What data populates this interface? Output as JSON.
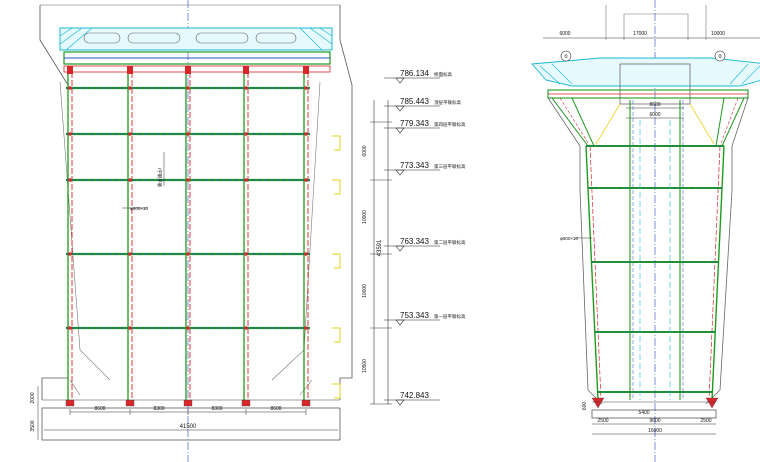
{
  "left_view": {
    "elevations": [
      {
        "value": "786.134",
        "label": "桥面标高"
      },
      {
        "value": "785.443",
        "label": "顶层平联标高"
      },
      {
        "value": "779.343",
        "label": "第四层平联标高"
      },
      {
        "value": "773.343",
        "label": "第三层平联标高"
      },
      {
        "value": "763.343",
        "label": "第二层平联标高"
      },
      {
        "value": "753.343",
        "label": "第一层平联标高"
      },
      {
        "value": "742.843",
        "label": ""
      }
    ],
    "vertical_dims": [
      "6000",
      "10000",
      "10000",
      "10500",
      "43591"
    ],
    "bottom_dims": [
      "8600",
      "8300",
      "8300",
      "8600"
    ],
    "total_width": "41500",
    "base_dims": [
      "2000",
      "3500"
    ],
    "pipe_label": "φ600×10",
    "brace_label": "I字钢平联"
  },
  "right_view": {
    "top_dims": [
      "6000",
      "17000",
      "10000"
    ],
    "axis_labels": [
      "①",
      "②"
    ],
    "inner_dims": [
      "8600",
      "6000"
    ],
    "pipe_label": "φ600×10",
    "bottom_dims": [
      "2500",
      "5400",
      "9600",
      "2500"
    ],
    "total_width": "16000",
    "base_dim": "600"
  },
  "colors": {
    "column": "#1f9a1f",
    "brace": "#2a50c8",
    "red": "#d8262b",
    "cyan": "#18b9d4",
    "outline": "#444444",
    "centerline": "#2848c0",
    "yellow": "#e6d21c"
  }
}
